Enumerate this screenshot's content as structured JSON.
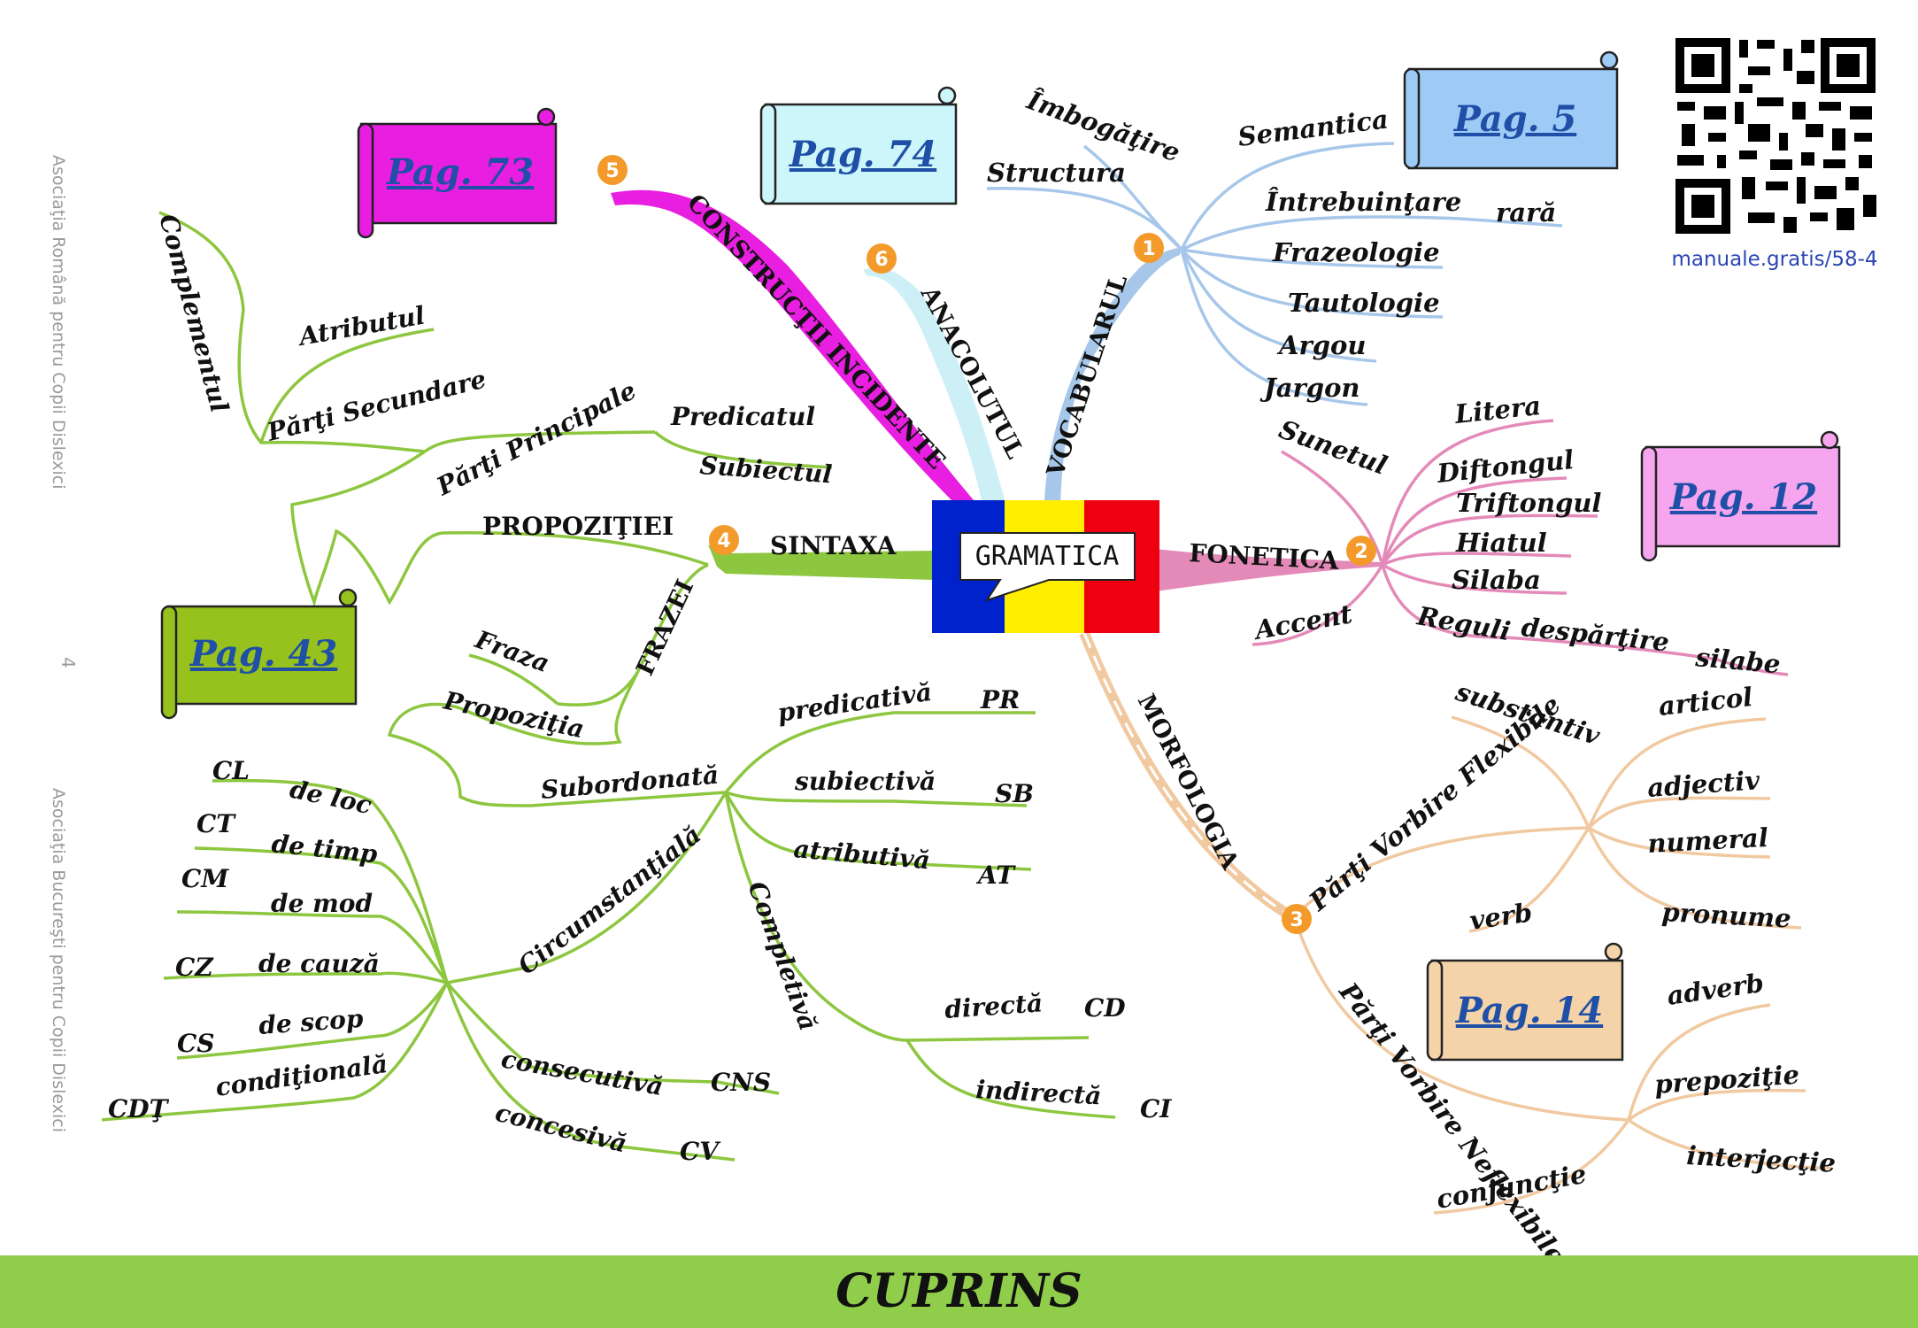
{
  "center": {
    "label": "GRAMATICA",
    "flag_colors": [
      "#0022cc",
      "#ffee00",
      "#ee0011"
    ]
  },
  "colors": {
    "sintaxa": "#8dc63f",
    "vocabular": "#a7c7ea",
    "fonetica": "#e48ab9",
    "morfologie": "#f1c9a0",
    "anacolut": "#c7ecf3",
    "incidente": "#e81ee0"
  },
  "branches": {
    "vocabularul": {
      "num": "1",
      "title": "VOCABULARUL",
      "items": [
        "Îmbogăţire",
        "Structura",
        "Semantica",
        "Întrebuinţare",
        "rară",
        "Frazeologie",
        "Tautologie",
        "Argou",
        "Jargon"
      ]
    },
    "fonetica": {
      "num": "2",
      "title": "FONETICA",
      "items": [
        "Sunetul",
        "Litera",
        "Diftongul",
        "Triftongul",
        "Hiatul",
        "Silaba",
        "Accent",
        "Reguli",
        "despărţire",
        "silabe"
      ]
    },
    "morfologia": {
      "num": "3",
      "title": "MORFOLOGIA",
      "flexibile": "Părţi Vorbire Flexibile",
      "flex_items": [
        "substantiv",
        "articol",
        "adjectiv",
        "numeral",
        "pronume",
        "verb"
      ],
      "neflexibile": "Părţi Vorbire Neflexibile",
      "neflex_items": [
        "adverb",
        "prepoziţie",
        "interjecţie",
        "conjuncţie"
      ]
    },
    "sintaxa": {
      "num": "4",
      "title": "SINTAXA",
      "propozitiei": "PROPOZIŢIEI",
      "frazei": "FRAZEI",
      "parti_principale": "Părţi Principale",
      "predicatul": "Predicatul",
      "subiectul": "Subiectul",
      "parti_secundare": "Părţi Secundare",
      "complementul": "Complementul",
      "atributul": "Atributul",
      "fraza": "Fraza",
      "propozitia": "Propoziţia",
      "subordonata": "Subordonată",
      "predicativa": "predicativă",
      "PR": "PR",
      "subiectiva": "subiectivă",
      "SB": "SB",
      "atributiva": "atributivă",
      "AT": "AT",
      "completiva": "Completivă",
      "directa": "directă",
      "CD": "CD",
      "indirecta": "indirectă",
      "CI": "CI",
      "circumstantiala": "Circumstanţială",
      "circ": [
        [
          "de loc",
          "CL"
        ],
        [
          "de timp",
          "CT"
        ],
        [
          "de mod",
          "CM"
        ],
        [
          "de cauză",
          "CZ"
        ],
        [
          "de scop",
          "CS"
        ],
        [
          "condiţională",
          "CDŢ"
        ]
      ],
      "consecutiva": "consecutivă",
      "CNS": "CNS",
      "concesiva": "concesivă",
      "CV": "CV"
    },
    "anacolutul": {
      "num": "6",
      "title": "ANACOLUTUL"
    },
    "incidente": {
      "num": "5",
      "title": "CONSTRUCŢII INCIDENTE"
    }
  },
  "page_refs": {
    "p5": "Pag. 5",
    "p12": "Pag. 12",
    "p14": "Pag. 14",
    "p43": "Pag. 43",
    "p73": "Pag. 73",
    "p74": "Pag. 74"
  },
  "qr_link": "manuale.gratis/58-4",
  "side_text": {
    "top": "Asociaţia Română pentru Copii Dislexici",
    "page_number": "4",
    "bottom": "Asociaţia Bucureşti pentru Copii Dislexici"
  },
  "footer_title": "CUPRINS"
}
